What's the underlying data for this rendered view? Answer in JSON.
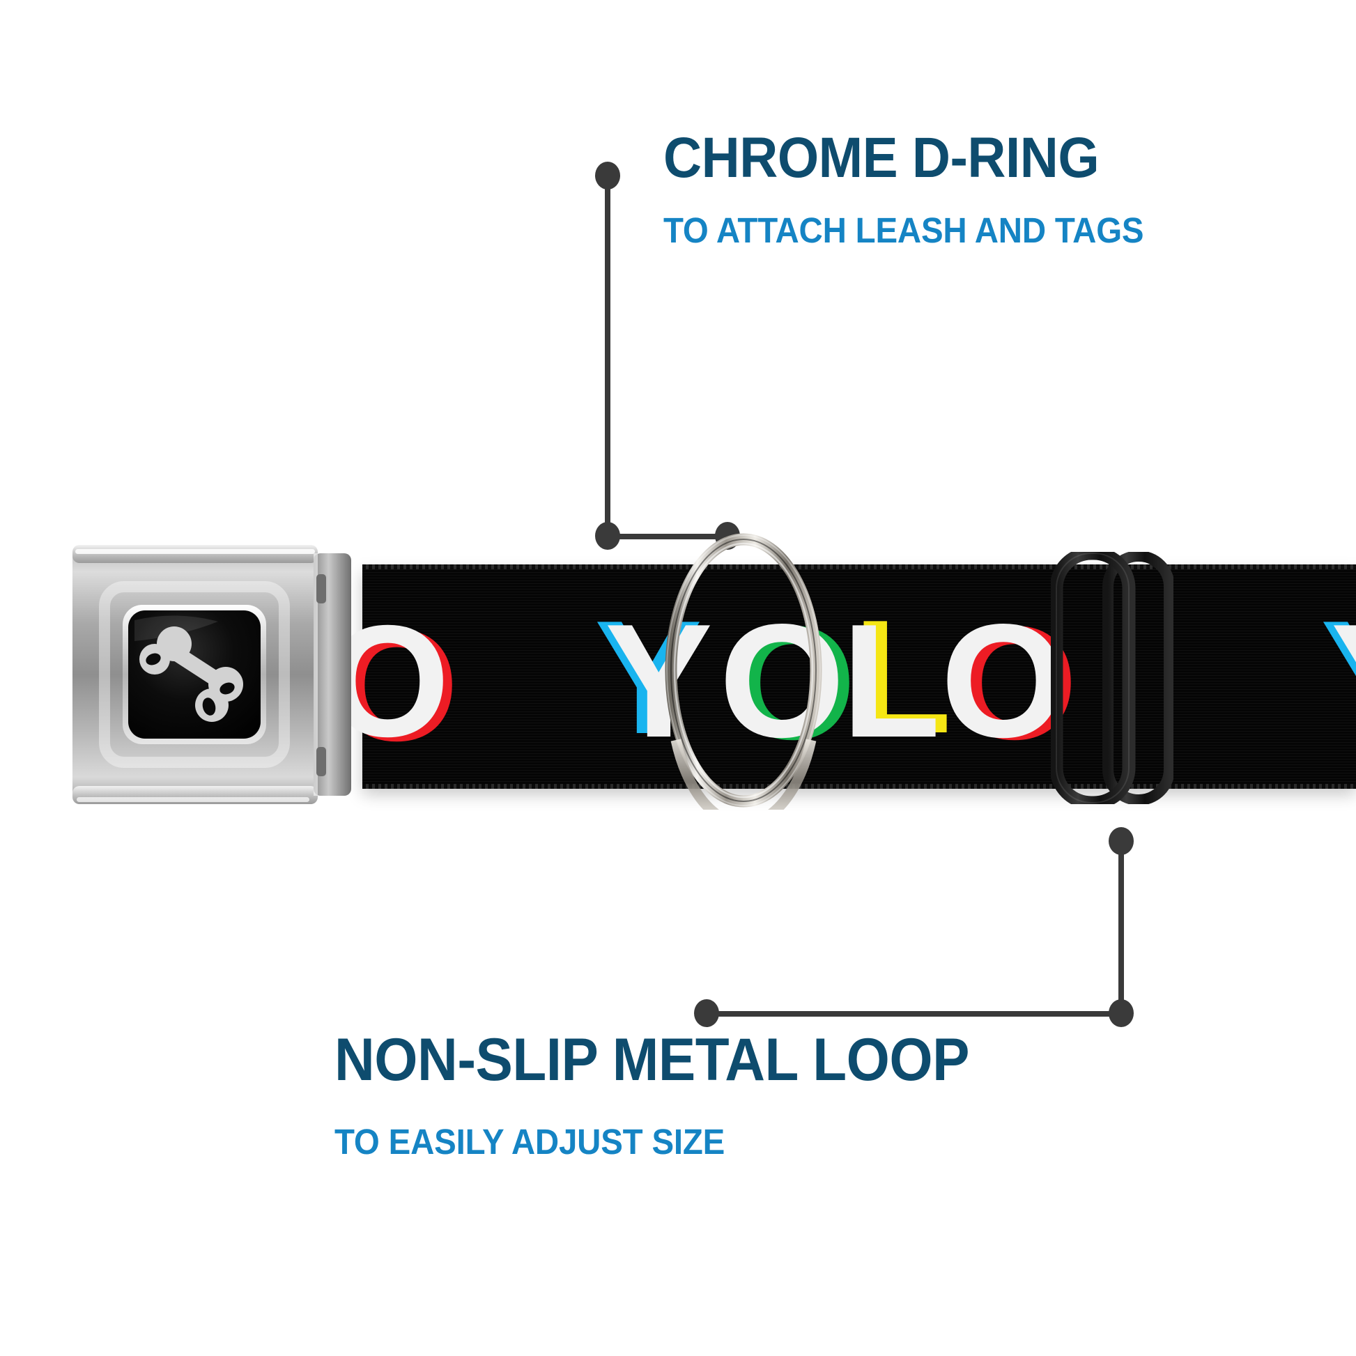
{
  "page": {
    "background_color": "#ffffff",
    "product": "seatbelt-buckle dog collar"
  },
  "colors": {
    "title_blue": "#0e4c6e",
    "subtitle_blue": "#1584c4",
    "leader_gray": "#3a3a3a",
    "strap_black": "#050505",
    "letter_white": "#f2f2f2",
    "shadow_cyan": "#19b4ef",
    "shadow_green": "#12b44a",
    "shadow_yellow": "#f5e614",
    "shadow_red": "#ed1c24",
    "chrome_light": "#e9e9e9",
    "chrome_mid": "#9a9a9a",
    "logo_bone": "#d2d2d2"
  },
  "callouts": [
    {
      "id": "chrome-d-ring",
      "title": "CHROME D-RING",
      "subtitle": "TO ATTACH LEASH AND TAGS",
      "position": "top-right",
      "points_to": "d-ring"
    },
    {
      "id": "non-slip-metal-loop",
      "title": "NON-SLIP METAL LOOP",
      "subtitle": "TO EASILY ADJUST SIZE",
      "position": "bottom-left",
      "points_to": "metal-slider-loop"
    }
  ],
  "collar": {
    "strap_text": "YOLO",
    "strap_color": "#050505",
    "letters": [
      {
        "char": "O",
        "face": "#f2f2f2",
        "shadow": "#ed1c24",
        "partial": true,
        "note": "partial O at left edge behind buckle"
      },
      {
        "char": "Y",
        "face": "#f2f2f2",
        "shadow": "#19b4ef",
        "partial": false
      },
      {
        "char": "O",
        "face": "#f2f2f2",
        "shadow": "#12b44a",
        "partial": false
      },
      {
        "char": "L",
        "face": "#f2f2f2",
        "shadow": "#f5e614",
        "partial": false
      },
      {
        "char": "O",
        "face": "#f2f2f2",
        "shadow": "#ed1c24",
        "partial": false
      },
      {
        "char": "Y",
        "face": "#f2f2f2",
        "shadow": "#19b4ef",
        "partial": true,
        "note": "partial Y at right edge"
      }
    ],
    "buckle": {
      "type": "seatbelt-buckle",
      "finish": "chrome",
      "logo": "dog-bone",
      "logo_color": "#d2d2d2",
      "logo_plate_color": "#0a0a0a"
    },
    "hardware": [
      {
        "name": "d-ring",
        "finish": "chrome"
      },
      {
        "name": "metal-slider-loop",
        "finish": "black"
      }
    ]
  }
}
